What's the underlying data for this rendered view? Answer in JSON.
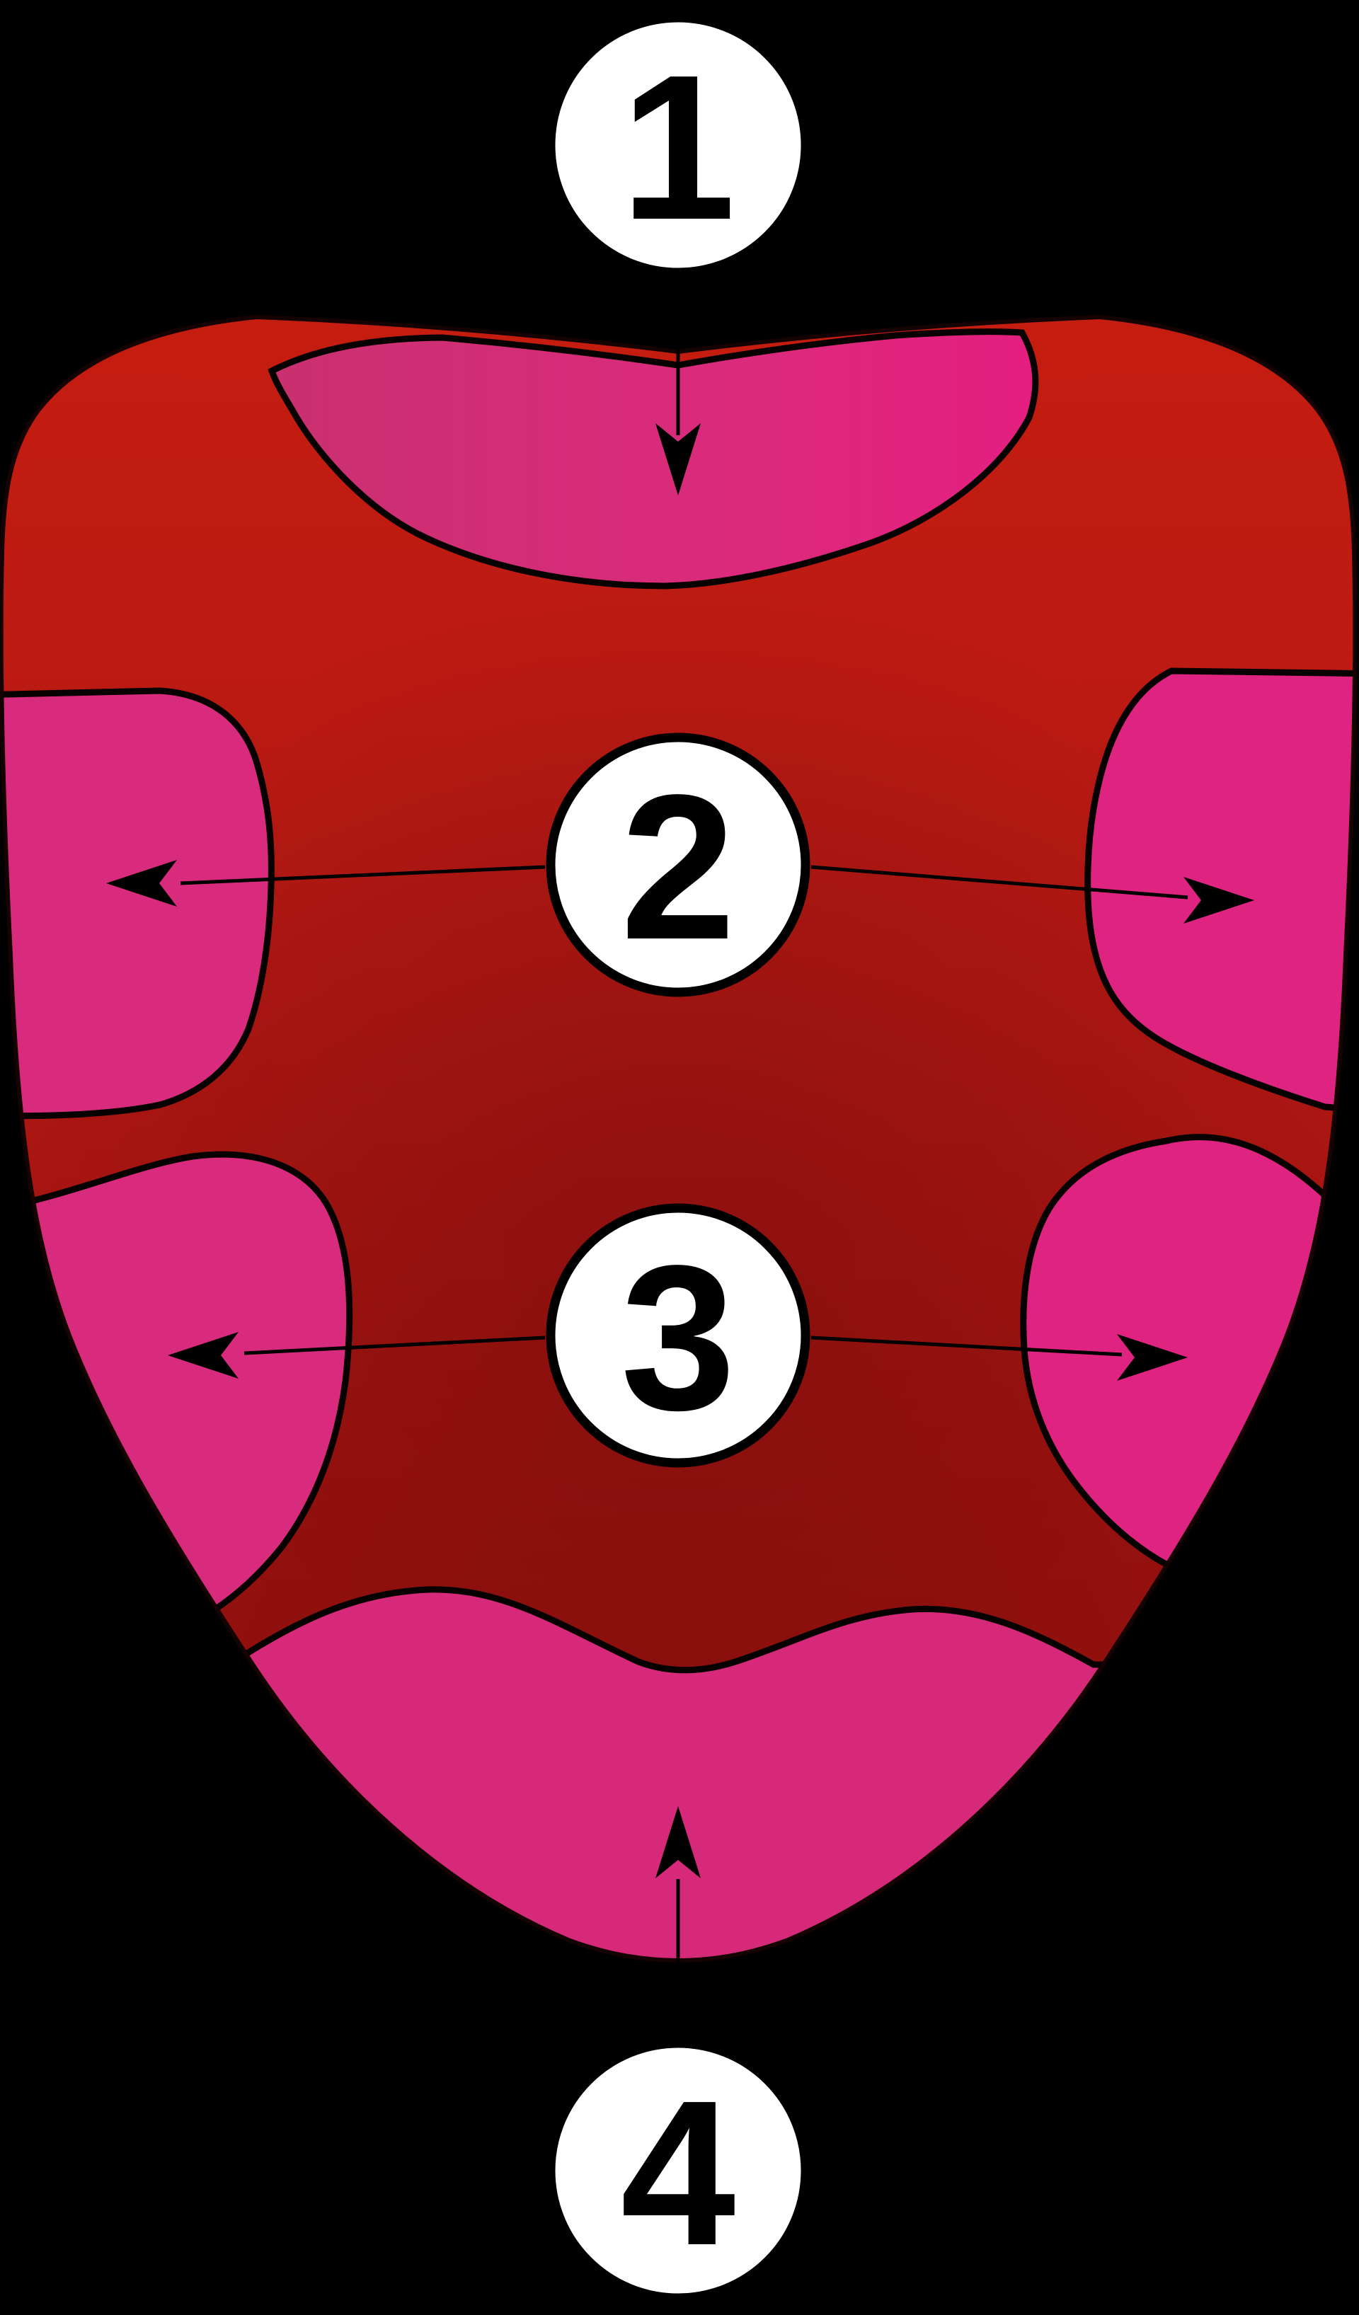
{
  "figure": {
    "markers": [
      {
        "label": "1"
      },
      {
        "label": "2"
      },
      {
        "label": "3"
      },
      {
        "label": "4"
      }
    ]
  },
  "colors": {
    "background": "#000000",
    "tongue_red_top": "#C51D10",
    "tongue_red_middle": "#A91511",
    "tongue_red_bottom": "#8A0E0B",
    "region_pink": "#DB2A7C",
    "region_pink_light": "#E41E80",
    "region_pink_dark": "#C93070",
    "outline": "#000000",
    "marker_circle_fill": "#FFFFFF",
    "marker_circle_border": "#000000",
    "marker_number_color": "#000000",
    "arrow": "#000000"
  }
}
